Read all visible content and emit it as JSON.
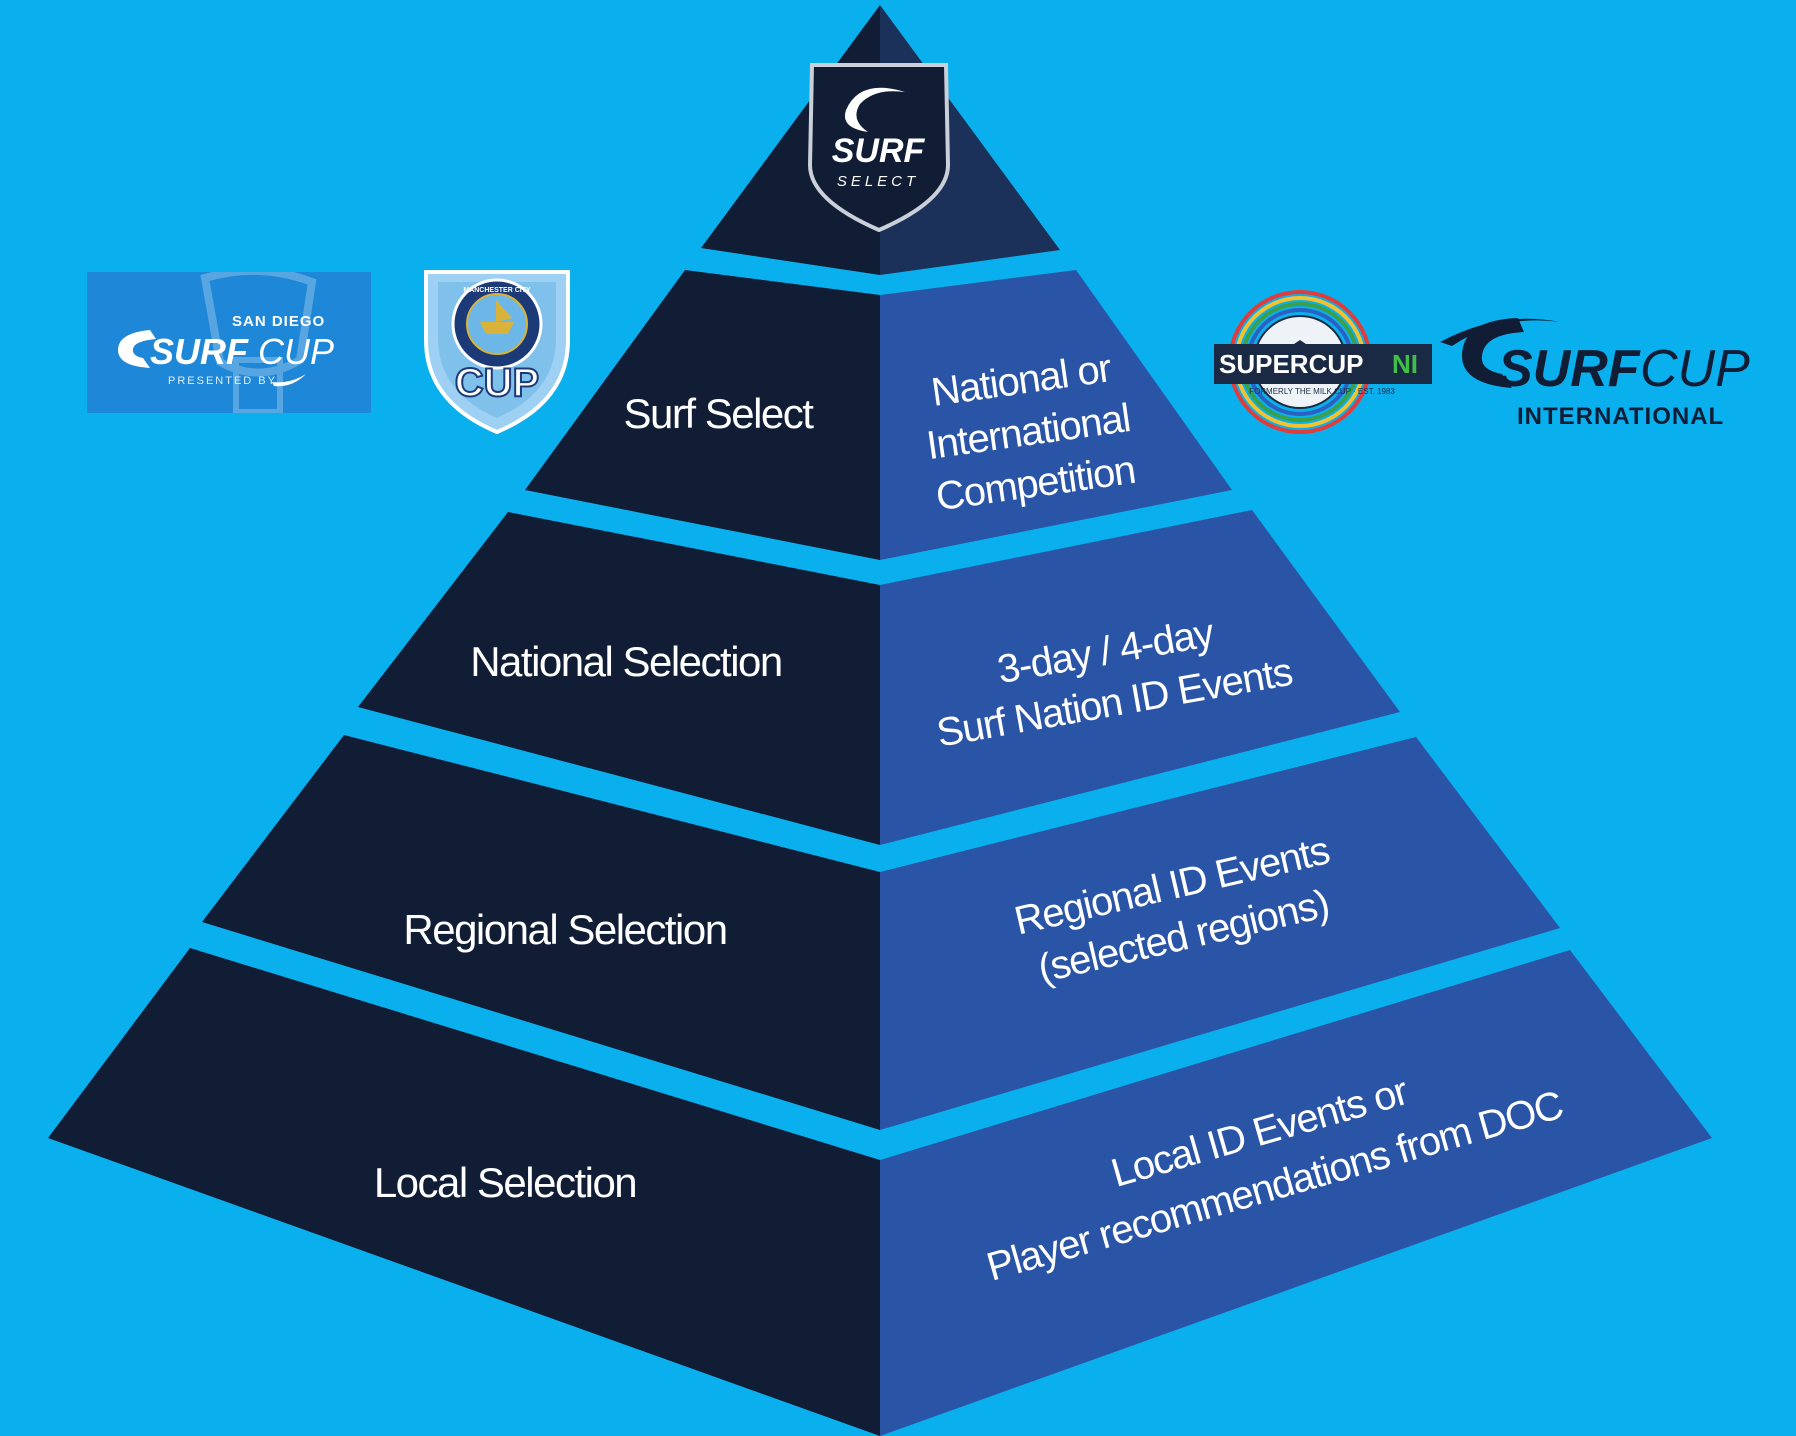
{
  "pyramid": {
    "colors": {
      "background": "#0ab0ee",
      "left_face": "#111c35",
      "right_face": "#2a55a6",
      "apex_right": "#1c3159"
    },
    "tiers": [
      {
        "left": "Surf Select",
        "right": [
          "National or",
          "International",
          "Competition"
        ]
      },
      {
        "left": "National Selection",
        "right": [
          "3-day / 4-day",
          "Surf Nation ID Events"
        ]
      },
      {
        "left": "Regional Selection",
        "right": [
          "Regional ID Events",
          "(selected regions)"
        ]
      },
      {
        "left": "Local Selection",
        "right": [
          "Local ID Events or",
          "Player recommendations from DOC"
        ]
      }
    ]
  },
  "logos": {
    "apex": {
      "name": "surf-select-shield",
      "line1": "SURF",
      "line2": "SELECT"
    },
    "san_diego": {
      "top": "SAN DIEGO",
      "main1": "SURF",
      "main2": "CUP",
      "sub": "PRESENTED BY"
    },
    "man_city": {
      "ring": "MANCHESTER CITY",
      "word": "CUP"
    },
    "supercup": {
      "main": "SUPERCUP",
      "suffix": "NI",
      "sub": "FORMERLY THE MILK CUP · EST. 1983"
    },
    "surf_intl": {
      "main1": "SURF",
      "main2": "CUP",
      "sub": "INTERNATIONAL"
    }
  }
}
